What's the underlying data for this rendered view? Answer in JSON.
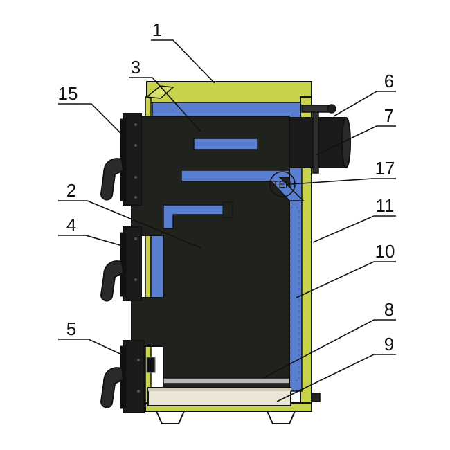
{
  "colors": {
    "casing": "#c8d24a",
    "casing_dark": "#8a9428",
    "water_jacket": "#5b7fd0",
    "firebox": "#1f221d",
    "steel": "#111111",
    "door": "#1b1b1b",
    "handle": "#2a2a2a",
    "ash_pan": "#e9e6d8"
  },
  "callouts": [
    {
      "id": "1",
      "label": "1"
    },
    {
      "id": "2",
      "label": "2"
    },
    {
      "id": "3",
      "label": "3"
    },
    {
      "id": "4",
      "label": "4"
    },
    {
      "id": "5",
      "label": "5"
    },
    {
      "id": "6",
      "label": "6"
    },
    {
      "id": "7",
      "label": "7"
    },
    {
      "id": "8",
      "label": "8"
    },
    {
      "id": "9",
      "label": "9"
    },
    {
      "id": "10",
      "label": "10"
    },
    {
      "id": "11",
      "label": "11"
    },
    {
      "id": "15",
      "label": "15"
    },
    {
      "id": "17",
      "label": "17"
    }
  ],
  "heater_label": "ТЕН"
}
